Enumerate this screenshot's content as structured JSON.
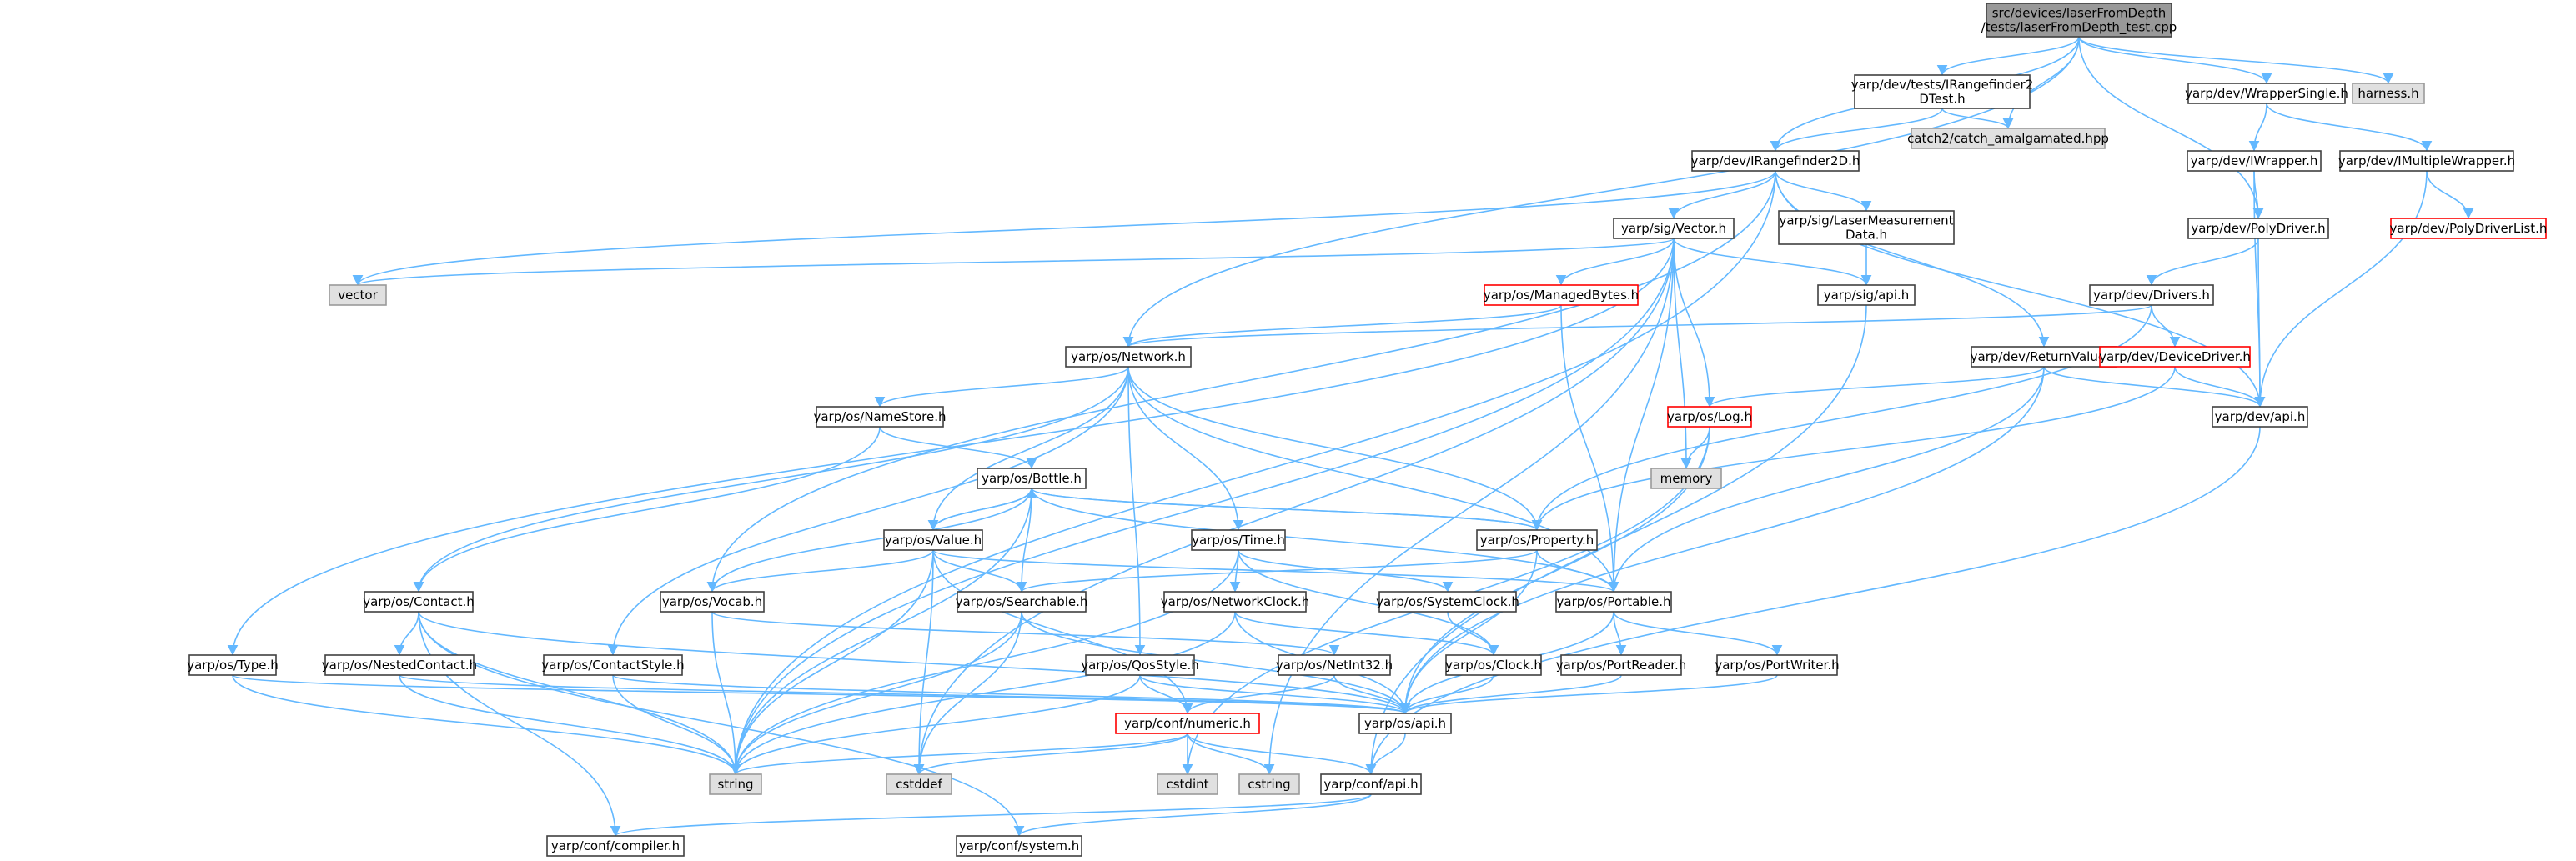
{
  "diagram": {
    "title": "src/devices/laserFromDepth/tests/laserFromDepth_test.cpp include dependency graph",
    "colors": {
      "edge": "#63B8FF",
      "node_fill": "#FFFFFF",
      "node_border": "#404040",
      "root_fill": "#999999",
      "system_fill": "#E0E0E0",
      "system_border": "#999999",
      "truncated_border": "#FF0000"
    },
    "nodes": [
      {
        "id": "root",
        "lines": [
          "src/devices/laserFromDepth",
          "/tests/laserFromDepth_test.cpp"
        ],
        "kind": "root"
      },
      {
        "id": "irf2dtest",
        "lines": [
          "yarp/dev/tests/IRangefinder2",
          "DTest.h"
        ],
        "kind": "normal"
      },
      {
        "id": "catch2",
        "lines": [
          "catch2/catch_amalgamated.hpp"
        ],
        "kind": "system"
      },
      {
        "id": "wrapsingle",
        "lines": [
          "yarp/dev/WrapperSingle.h"
        ],
        "kind": "normal"
      },
      {
        "id": "harness",
        "lines": [
          "harness.h"
        ],
        "kind": "system"
      },
      {
        "id": "irf2d",
        "lines": [
          "yarp/dev/IRangefinder2D.h"
        ],
        "kind": "normal"
      },
      {
        "id": "iwrapper",
        "lines": [
          "yarp/dev/IWrapper.h"
        ],
        "kind": "normal"
      },
      {
        "id": "imultiwrap",
        "lines": [
          "yarp/dev/IMultipleWrapper.h"
        ],
        "kind": "normal"
      },
      {
        "id": "polydriverlist",
        "lines": [
          "yarp/dev/PolyDriverList.h"
        ],
        "kind": "truncated"
      },
      {
        "id": "polydriver",
        "lines": [
          "yarp/dev/PolyDriver.h"
        ],
        "kind": "normal"
      },
      {
        "id": "sigvector",
        "lines": [
          "yarp/sig/Vector.h"
        ],
        "kind": "normal"
      },
      {
        "id": "lasermeas",
        "lines": [
          "yarp/sig/LaserMeasurement",
          "Data.h"
        ],
        "kind": "normal"
      },
      {
        "id": "vector",
        "lines": [
          "vector"
        ],
        "kind": "system"
      },
      {
        "id": "managedbytes",
        "lines": [
          "yarp/os/ManagedBytes.h"
        ],
        "kind": "truncated"
      },
      {
        "id": "sigapi",
        "lines": [
          "yarp/sig/api.h"
        ],
        "kind": "normal"
      },
      {
        "id": "drivers",
        "lines": [
          "yarp/dev/Drivers.h"
        ],
        "kind": "normal"
      },
      {
        "id": "network",
        "lines": [
          "yarp/os/Network.h"
        ],
        "kind": "normal"
      },
      {
        "id": "returnvalue",
        "lines": [
          "yarp/dev/ReturnValue.h"
        ],
        "kind": "normal"
      },
      {
        "id": "devicedriver",
        "lines": [
          "yarp/dev/DeviceDriver.h"
        ],
        "kind": "truncated"
      },
      {
        "id": "devapi",
        "lines": [
          "yarp/dev/api.h"
        ],
        "kind": "normal"
      },
      {
        "id": "namestore",
        "lines": [
          "yarp/os/NameStore.h"
        ],
        "kind": "normal"
      },
      {
        "id": "log",
        "lines": [
          "yarp/os/Log.h"
        ],
        "kind": "truncated"
      },
      {
        "id": "memory",
        "lines": [
          "memory"
        ],
        "kind": "system"
      },
      {
        "id": "bottle",
        "lines": [
          "yarp/os/Bottle.h"
        ],
        "kind": "normal"
      },
      {
        "id": "value",
        "lines": [
          "yarp/os/Value.h"
        ],
        "kind": "normal"
      },
      {
        "id": "time",
        "lines": [
          "yarp/os/Time.h"
        ],
        "kind": "normal"
      },
      {
        "id": "property",
        "lines": [
          "yarp/os/Property.h"
        ],
        "kind": "normal"
      },
      {
        "id": "contact",
        "lines": [
          "yarp/os/Contact.h"
        ],
        "kind": "normal"
      },
      {
        "id": "vocab",
        "lines": [
          "yarp/os/Vocab.h"
        ],
        "kind": "normal"
      },
      {
        "id": "searchable",
        "lines": [
          "yarp/os/Searchable.h"
        ],
        "kind": "normal"
      },
      {
        "id": "networkclock",
        "lines": [
          "yarp/os/NetworkClock.h"
        ],
        "kind": "normal"
      },
      {
        "id": "systemclock",
        "lines": [
          "yarp/os/SystemClock.h"
        ],
        "kind": "normal"
      },
      {
        "id": "portable",
        "lines": [
          "yarp/os/Portable.h"
        ],
        "kind": "normal"
      },
      {
        "id": "type",
        "lines": [
          "yarp/os/Type.h"
        ],
        "kind": "normal"
      },
      {
        "id": "nestedcontact",
        "lines": [
          "yarp/os/NestedContact.h"
        ],
        "kind": "normal"
      },
      {
        "id": "contactstyle",
        "lines": [
          "yarp/os/ContactStyle.h"
        ],
        "kind": "normal"
      },
      {
        "id": "qosstyle",
        "lines": [
          "yarp/os/QosStyle.h"
        ],
        "kind": "normal"
      },
      {
        "id": "netint32",
        "lines": [
          "yarp/os/NetInt32.h"
        ],
        "kind": "normal"
      },
      {
        "id": "clock",
        "lines": [
          "yarp/os/Clock.h"
        ],
        "kind": "normal"
      },
      {
        "id": "portreader",
        "lines": [
          "yarp/os/PortReader.h"
        ],
        "kind": "normal"
      },
      {
        "id": "portwriter",
        "lines": [
          "yarp/os/PortWriter.h"
        ],
        "kind": "normal"
      },
      {
        "id": "numeric",
        "lines": [
          "yarp/conf/numeric.h"
        ],
        "kind": "truncated"
      },
      {
        "id": "osapi",
        "lines": [
          "yarp/os/api.h"
        ],
        "kind": "normal"
      },
      {
        "id": "string",
        "lines": [
          "string"
        ],
        "kind": "system"
      },
      {
        "id": "cstddef",
        "lines": [
          "cstddef"
        ],
        "kind": "system"
      },
      {
        "id": "cstdint",
        "lines": [
          "cstdint"
        ],
        "kind": "system"
      },
      {
        "id": "cstring",
        "lines": [
          "cstring"
        ],
        "kind": "system"
      },
      {
        "id": "confapi",
        "lines": [
          "yarp/conf/api.h"
        ],
        "kind": "normal"
      },
      {
        "id": "compiler",
        "lines": [
          "yarp/conf/compiler.h"
        ],
        "kind": "normal"
      },
      {
        "id": "system",
        "lines": [
          "yarp/conf/system.h"
        ],
        "kind": "normal"
      }
    ],
    "edges": [
      [
        "root",
        "irf2dtest"
      ],
      [
        "root",
        "catch2"
      ],
      [
        "root",
        "wrapsingle"
      ],
      [
        "root",
        "harness"
      ],
      [
        "root",
        "irf2d"
      ],
      [
        "root",
        "polydriver"
      ],
      [
        "root",
        "network"
      ],
      [
        "irf2dtest",
        "irf2d"
      ],
      [
        "irf2dtest",
        "catch2"
      ],
      [
        "wrapsingle",
        "iwrapper"
      ],
      [
        "wrapsingle",
        "imultiwrap"
      ],
      [
        "iwrapper",
        "polydriver"
      ],
      [
        "iwrapper",
        "devapi"
      ],
      [
        "imultiwrap",
        "polydriverlist"
      ],
      [
        "imultiwrap",
        "devapi"
      ],
      [
        "polydriver",
        "drivers"
      ],
      [
        "polydriver",
        "devapi"
      ],
      [
        "irf2d",
        "sigvector"
      ],
      [
        "irf2d",
        "lasermeas"
      ],
      [
        "irf2d",
        "returnvalue"
      ],
      [
        "irf2d",
        "devapi"
      ],
      [
        "irf2d",
        "vector"
      ],
      [
        "irf2d",
        "vocab"
      ],
      [
        "irf2d",
        "string"
      ],
      [
        "lasermeas",
        "sigapi"
      ],
      [
        "sigvector",
        "vector"
      ],
      [
        "sigvector",
        "managedbytes"
      ],
      [
        "sigvector",
        "sigapi"
      ],
      [
        "sigvector",
        "log"
      ],
      [
        "sigvector",
        "memory"
      ],
      [
        "sigvector",
        "portable"
      ],
      [
        "sigvector",
        "type"
      ],
      [
        "sigvector",
        "string"
      ],
      [
        "sigvector",
        "cstddef"
      ],
      [
        "sigvector",
        "cstring"
      ],
      [
        "sigapi",
        "confapi"
      ],
      [
        "managedbytes",
        "network"
      ],
      [
        "managedbytes",
        "portable"
      ],
      [
        "drivers",
        "network"
      ],
      [
        "drivers",
        "property"
      ],
      [
        "drivers",
        "devicedriver"
      ],
      [
        "devicedriver",
        "devapi"
      ],
      [
        "devicedriver",
        "property"
      ],
      [
        "returnvalue",
        "log"
      ],
      [
        "returnvalue",
        "devapi"
      ],
      [
        "returnvalue",
        "portable"
      ],
      [
        "returnvalue",
        "osapi"
      ],
      [
        "devapi",
        "confapi"
      ],
      [
        "log",
        "memory"
      ],
      [
        "log",
        "osapi"
      ],
      [
        "log",
        "cstdint"
      ],
      [
        "network",
        "namestore"
      ],
      [
        "network",
        "contact"
      ],
      [
        "network",
        "value"
      ],
      [
        "network",
        "time"
      ],
      [
        "network",
        "property"
      ],
      [
        "network",
        "contactstyle"
      ],
      [
        "network",
        "qosstyle"
      ],
      [
        "network",
        "portable"
      ],
      [
        "namestore",
        "bottle"
      ],
      [
        "namestore",
        "contact"
      ],
      [
        "bottle",
        "value"
      ],
      [
        "bottle",
        "searchable"
      ],
      [
        "bottle",
        "property"
      ],
      [
        "bottle",
        "portable"
      ],
      [
        "bottle",
        "vocab"
      ],
      [
        "bottle",
        "string"
      ],
      [
        "value",
        "bottle"
      ],
      [
        "value",
        "searchable"
      ],
      [
        "value",
        "vocab"
      ],
      [
        "value",
        "portable"
      ],
      [
        "value",
        "numeric"
      ],
      [
        "value",
        "string"
      ],
      [
        "value",
        "cstddef"
      ],
      [
        "property",
        "bottle"
      ],
      [
        "property",
        "searchable"
      ],
      [
        "property",
        "portable"
      ],
      [
        "property",
        "osapi"
      ],
      [
        "time",
        "networkclock"
      ],
      [
        "time",
        "systemclock"
      ],
      [
        "time",
        "clock"
      ],
      [
        "time",
        "string"
      ],
      [
        "searchable",
        "osapi"
      ],
      [
        "searchable",
        "string"
      ],
      [
        "searchable",
        "cstddef"
      ],
      [
        "networkclock",
        "clock"
      ],
      [
        "networkclock",
        "osapi"
      ],
      [
        "networkclock",
        "string"
      ],
      [
        "systemclock",
        "clock"
      ],
      [
        "clock",
        "osapi"
      ],
      [
        "portable",
        "portreader"
      ],
      [
        "portable",
        "portwriter"
      ],
      [
        "portable",
        "osapi"
      ],
      [
        "portreader",
        "osapi"
      ],
      [
        "portwriter",
        "osapi"
      ],
      [
        "contact",
        "nestedcontact"
      ],
      [
        "contact",
        "osapi"
      ],
      [
        "contact",
        "string"
      ],
      [
        "contact",
        "compiler"
      ],
      [
        "contact",
        "system"
      ],
      [
        "nestedcontact",
        "osapi"
      ],
      [
        "nestedcontact",
        "string"
      ],
      [
        "contactstyle",
        "osapi"
      ],
      [
        "contactstyle",
        "string"
      ],
      [
        "qosstyle",
        "osapi"
      ],
      [
        "qosstyle",
        "numeric"
      ],
      [
        "qosstyle",
        "string"
      ],
      [
        "netint32",
        "numeric"
      ],
      [
        "netint32",
        "osapi"
      ],
      [
        "vocab",
        "netint32"
      ],
      [
        "vocab",
        "string"
      ],
      [
        "type",
        "osapi"
      ],
      [
        "type",
        "string"
      ],
      [
        "numeric",
        "confapi"
      ],
      [
        "numeric",
        "cstddef"
      ],
      [
        "numeric",
        "cstdint"
      ],
      [
        "numeric",
        "cstring"
      ],
      [
        "numeric",
        "string"
      ],
      [
        "osapi",
        "confapi"
      ],
      [
        "confapi",
        "compiler"
      ],
      [
        "confapi",
        "system"
      ]
    ]
  }
}
